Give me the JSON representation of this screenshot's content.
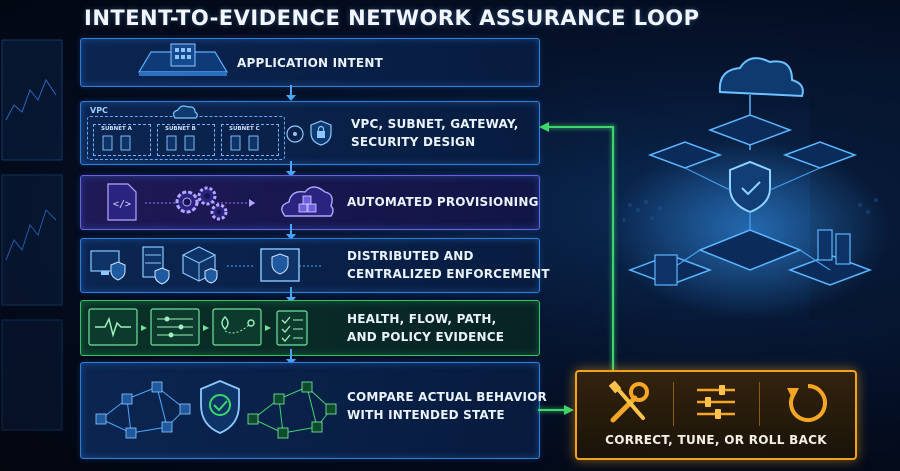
{
  "title": "INTENT-TO-EVIDENCE NETWORK ASSURANCE LOOP",
  "stages": [
    {
      "label": "APPLICATION INTENT"
    },
    {
      "label": "VPC, SUBNET, GATEWAY,\nSECURITY DESIGN",
      "vpc_label": "VPC",
      "subnets": [
        "SUBNET A",
        "SUBNET B",
        "SUBNET C"
      ]
    },
    {
      "label": "AUTOMATED PROVISIONING"
    },
    {
      "label": "DISTRIBUTED AND\nCENTRALIZED ENFORCEMENT"
    },
    {
      "label": "HEALTH, FLOW, PATH,\nAND POLICY EVIDENCE"
    },
    {
      "label": "COMPARE ACTUAL BEHAVIOR\nWITH INTENDED STATE"
    }
  ],
  "feedback": {
    "label": "CORRECT, TUNE, OR ROLL BACK"
  },
  "colors": {
    "blue": "#2f7fd6",
    "purple": "#6d5fe0",
    "green": "#37c06a",
    "orange": "#f0a21a",
    "loop": "#3cd66a"
  },
  "icons": [
    "building-icon",
    "cloud-icon",
    "lock-icon",
    "code-file-icon",
    "gear-icon",
    "monitor-shield-icon",
    "server-icon",
    "cube-icon",
    "heartbeat-icon",
    "flow-icon",
    "path-pin-icon",
    "checklist-icon",
    "network-mesh-icon",
    "shield-check-icon",
    "wrench-screwdriver-icon",
    "sliders-icon",
    "rollback-icon"
  ]
}
